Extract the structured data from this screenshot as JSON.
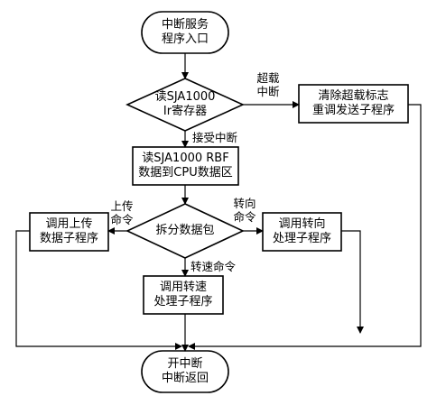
{
  "nodes": {
    "start": [
      "中断服务",
      "程序入口"
    ],
    "read_ir": [
      "读SJA1000",
      "Ir寄存器"
    ],
    "clear_overload": [
      "清除超载标志",
      "重调发送子程序"
    ],
    "read_rbf": [
      "读SJA1000 RBF",
      "数据到CPU数据区"
    ],
    "split_packet": [
      "拆分数据包"
    ],
    "call_upload": [
      "调用上传",
      "数据子程序"
    ],
    "call_steer": [
      "调用转向",
      "处理子程序"
    ],
    "call_speed": [
      "调用转速",
      "处理子程序"
    ],
    "end": [
      "开中断",
      "中断返回"
    ]
  },
  "edges": {
    "overload": [
      "超载",
      "中断"
    ],
    "receive": "接受中断",
    "upload_cmd": [
      "上传",
      "命令"
    ],
    "steer_cmd": [
      "转向",
      "命令"
    ],
    "speed_cmd": "转速命令"
  }
}
